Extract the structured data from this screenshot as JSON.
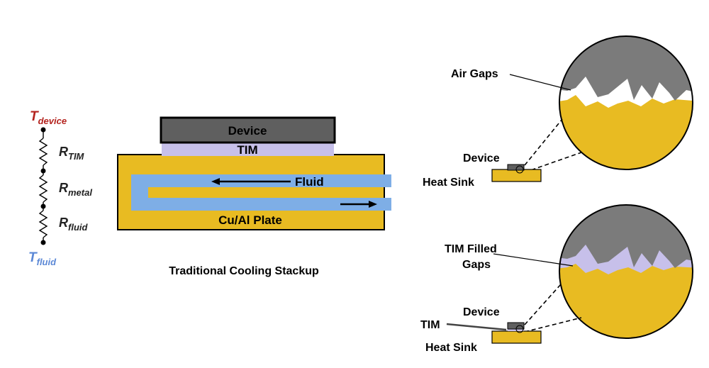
{
  "colors": {
    "device_red": "#b4231e",
    "fluid_blue": "#7eaee6",
    "metal_yellow": "#e8bb22",
    "tim_purple": "#c7c0ea",
    "device_gray": "#5f5f5f",
    "line": "#000000"
  },
  "resistor_network": {
    "t_device": {
      "main": "T",
      "sub": "device"
    },
    "r_tim": {
      "main": "R",
      "sub": "TIM"
    },
    "r_metal": {
      "main": "R",
      "sub": "metal"
    },
    "r_fluid": {
      "main": "R",
      "sub": "fluid"
    },
    "t_fluid": {
      "main": "T",
      "sub": "fluid"
    }
  },
  "stackup": {
    "device_label": "Device",
    "tim_label": "TIM",
    "fluid_label": "Fluid",
    "plate_label": "Cu/Al Plate",
    "caption": "Traditional Cooling Stackup"
  },
  "detail_top": {
    "callout": "Air Gaps",
    "device_label": "Device",
    "heatsink_label": "Heat Sink"
  },
  "detail_bottom": {
    "callout_line1": "TIM Filled",
    "callout_line2": "Gaps",
    "device_label": "Device",
    "tim_label": "TIM",
    "heatsink_label": "Heat Sink"
  }
}
